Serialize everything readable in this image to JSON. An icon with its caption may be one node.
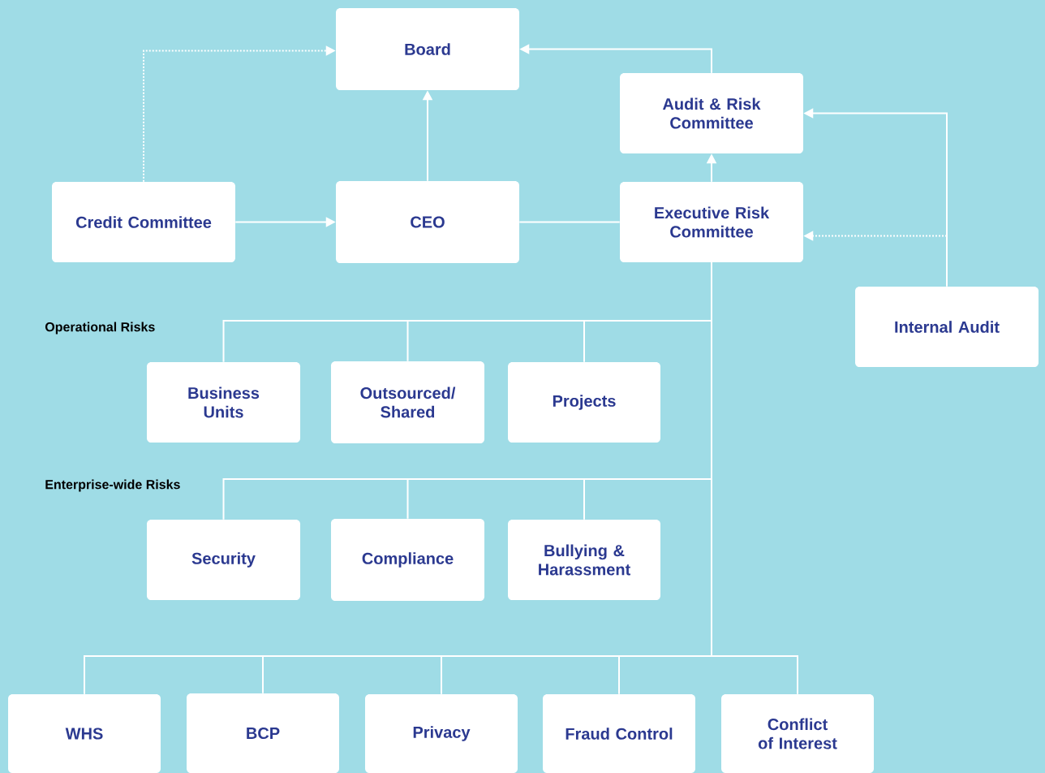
{
  "diagram": {
    "nodes": [
      {
        "text": [
          "Board"
        ]
      },
      {
        "text": [
          "Audit & Risk Committee"
        ]
      },
      {
        "text": [
          "Credit Committee"
        ]
      },
      {
        "text": [
          "CEO"
        ]
      },
      {
        "text": [
          "Executive Risk Committee"
        ]
      },
      {
        "text": [
          "Internal Audit"
        ]
      },
      {
        "text": [
          "Business Units"
        ]
      },
      {
        "text": [
          "Outsourced/ Shared"
        ]
      },
      {
        "text": [
          "Projects"
        ]
      },
      {
        "text": [
          "Security"
        ]
      },
      {
        "text": [
          "Compliance"
        ]
      },
      {
        "text": [
          "Bullying & Harassment"
        ]
      },
      {
        "text": [
          "WHS"
        ]
      },
      {
        "text": [
          "BCP"
        ]
      },
      {
        "text": [
          "Privacy"
        ]
      },
      {
        "text": [
          "Fraud Control"
        ]
      },
      {
        "text": [
          "Conflict of Interest"
        ]
      }
    ],
    "edges": [
      {
        "from": 2,
        "to": 0,
        "arrow": "to",
        "style": "dashed"
      },
      {
        "from": 1,
        "to": 0,
        "arrow": "to"
      },
      {
        "from": 2,
        "to": 3,
        "arrow": "to"
      },
      {
        "from": 3,
        "to": 0,
        "arrow": "to"
      },
      {
        "from": 3,
        "to": 4,
        "arrow": "none"
      },
      {
        "from": 4,
        "to": 1,
        "arrow": "to"
      },
      {
        "from": 5,
        "to": 1,
        "arrow": "to"
      },
      {
        "from": 5,
        "to": 4,
        "arrow": "to",
        "style": "dashed"
      },
      {
        "from": 4,
        "to": 6,
        "arrow": "none"
      },
      {
        "from": 4,
        "to": 7,
        "arrow": "none"
      },
      {
        "from": 4,
        "to": 8,
        "arrow": "none"
      },
      {
        "from": 4,
        "to": 9,
        "arrow": "none"
      },
      {
        "from": 4,
        "to": 10,
        "arrow": "none"
      },
      {
        "from": 4,
        "to": 11,
        "arrow": "none"
      },
      {
        "from": 4,
        "to": 12,
        "arrow": "none"
      },
      {
        "from": 4,
        "to": 13,
        "arrow": "none"
      },
      {
        "from": 4,
        "to": 14,
        "arrow": "none"
      },
      {
        "from": 4,
        "to": 15,
        "arrow": "none"
      },
      {
        "from": 4,
        "to": 16,
        "arrow": "none"
      }
    ],
    "labels": [
      "Operational Risks",
      "Enterprise-wide Risks"
    ]
  }
}
